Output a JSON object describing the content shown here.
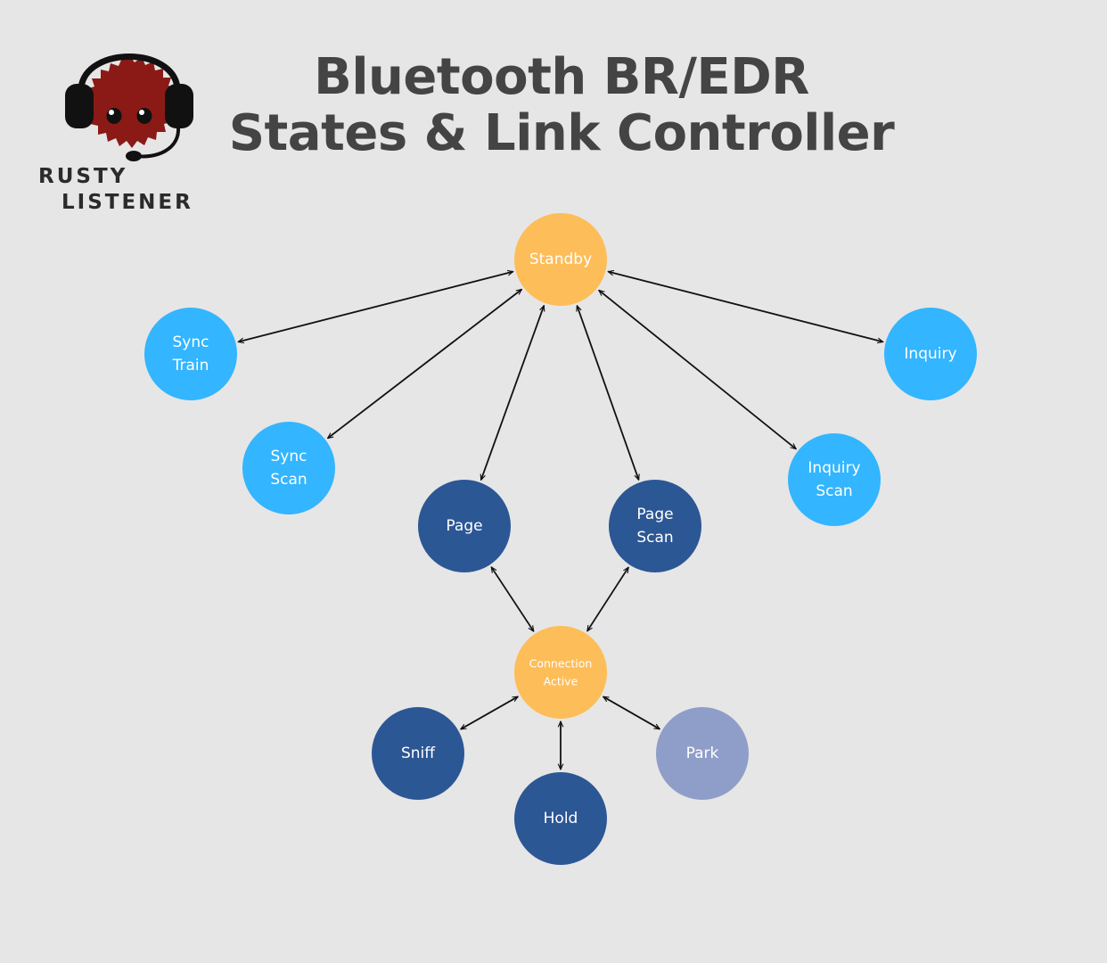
{
  "logo": {
    "line1": "RUSTY",
    "line2": "LISTENER",
    "icon": "crab-with-headset-icon",
    "colors": {
      "body": "#8b1a17",
      "headset": "#111111"
    }
  },
  "title": {
    "line1": "Bluetooth BR/EDR",
    "line2": "States & Link Controller"
  },
  "colors": {
    "orange": "#fdbd58",
    "lightblue": "#33b5ff",
    "darkblue": "#2c5795",
    "lavender": "#8f9ec8",
    "arrow": "#111111"
  },
  "nodes": [
    {
      "id": "standby",
      "lines": [
        "Standby"
      ],
      "color": "orange"
    },
    {
      "id": "sync-train",
      "lines": [
        "Sync",
        "Train"
      ],
      "color": "lightblue"
    },
    {
      "id": "sync-scan",
      "lines": [
        "Sync",
        "Scan"
      ],
      "color": "lightblue"
    },
    {
      "id": "inquiry",
      "lines": [
        "Inquiry"
      ],
      "color": "lightblue"
    },
    {
      "id": "inquiry-scan",
      "lines": [
        "Inquiry",
        "Scan"
      ],
      "color": "lightblue"
    },
    {
      "id": "page",
      "lines": [
        "Page"
      ],
      "color": "darkblue"
    },
    {
      "id": "page-scan",
      "lines": [
        "Page",
        "Scan"
      ],
      "color": "darkblue"
    },
    {
      "id": "connection-active",
      "lines": [
        "Connection",
        "Active"
      ],
      "color": "orange"
    },
    {
      "id": "sniff",
      "lines": [
        "Sniff"
      ],
      "color": "darkblue"
    },
    {
      "id": "hold",
      "lines": [
        "Hold"
      ],
      "color": "darkblue"
    },
    {
      "id": "park",
      "lines": [
        "Park"
      ],
      "color": "lavender"
    }
  ],
  "edges": [
    {
      "from": "standby",
      "to": "sync-train",
      "arrows": "both"
    },
    {
      "from": "standby",
      "to": "sync-scan",
      "arrows": "both"
    },
    {
      "from": "standby",
      "to": "page",
      "arrows": "both"
    },
    {
      "from": "standby",
      "to": "page-scan",
      "arrows": "both"
    },
    {
      "from": "standby",
      "to": "inquiry-scan",
      "arrows": "both"
    },
    {
      "from": "standby",
      "to": "inquiry",
      "arrows": "both"
    },
    {
      "from": "page",
      "to": "connection-active",
      "arrows": "both"
    },
    {
      "from": "page-scan",
      "to": "connection-active",
      "arrows": "both"
    },
    {
      "from": "connection-active",
      "to": "sniff",
      "arrows": "both"
    },
    {
      "from": "connection-active",
      "to": "hold",
      "arrows": "both"
    },
    {
      "from": "connection-active",
      "to": "park",
      "arrows": "both"
    }
  ]
}
